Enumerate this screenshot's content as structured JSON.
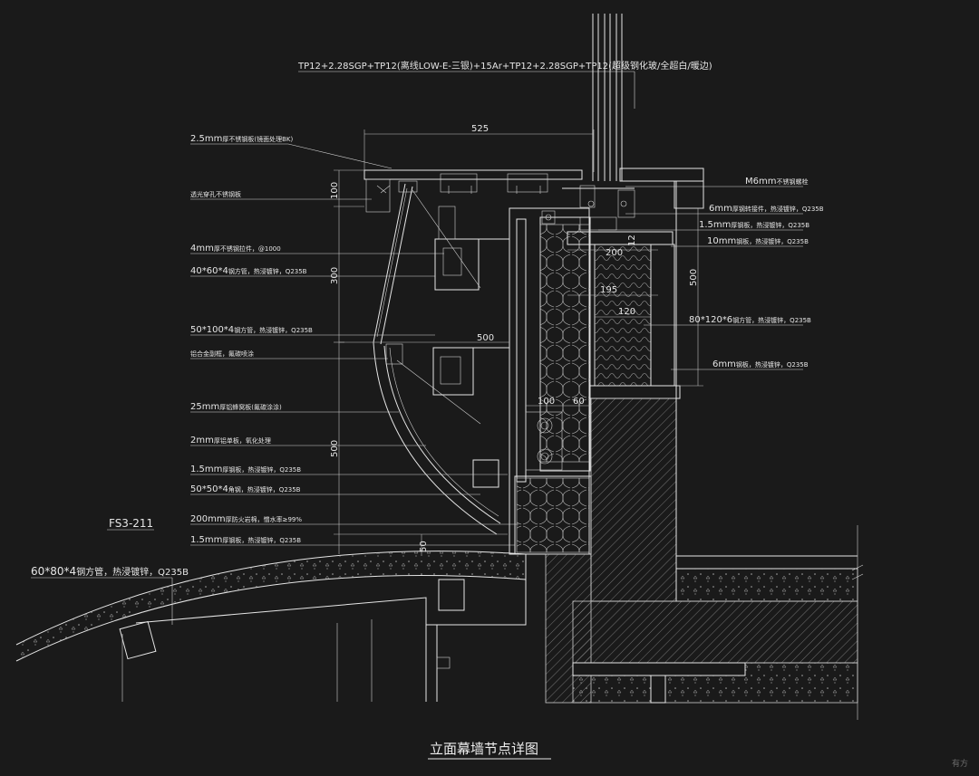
{
  "glass_spec": "TP12+2.28SGP+TP12(离线LOW-E-三银)+15Ar+TP12+2.28SGP+TP12(超级钢化玻/全超白/暖边)",
  "left_labels": [
    {
      "main": "2.5mm",
      "sub": "厚不锈钢板(镜面处理BK)"
    },
    {
      "main": "",
      "sub": "透光穿孔不锈钢板"
    },
    {
      "main": "4mm",
      "sub": "厚不锈钢拉件，@1000"
    },
    {
      "main": "40*60*4",
      "sub": "钢方管，热浸镀锌，Q235B"
    },
    {
      "main": "50*100*4",
      "sub": "钢方管，热浸镀锌，Q235B"
    },
    {
      "main": "",
      "sub": "铝合金副框，氟碳喷涂"
    },
    {
      "main": "25mm",
      "sub": "厚铝蜂窝板(氟碳涂涂)"
    },
    {
      "main": "2mm",
      "sub": "厚铝单板，氧化处理"
    },
    {
      "main": "1.5mm",
      "sub": "厚钢板，热浸镀锌，Q235B"
    },
    {
      "main": "50*50*4",
      "sub": "角钢，热浸镀锌，Q235B"
    },
    {
      "main": "200mm",
      "sub": "厚防火岩棉，憎水率≥99%"
    },
    {
      "main": "1.5mm",
      "sub": "厚钢板，热浸镀锌，Q235B"
    }
  ],
  "right_labels": [
    {
      "main": "M6mm",
      "sub": "不锈钢螺栓"
    },
    {
      "main": "6mm",
      "sub": "厚钢转接件，热浸镀锌，Q235B"
    },
    {
      "main": "1.5mm",
      "sub": "厚钢板，热浸镀锌，Q235B"
    },
    {
      "main": "10mm",
      "sub": "钢板，热浸镀锌，Q235B"
    },
    {
      "main": "80*120*6",
      "sub": "钢方管，热浸镀锌，Q235B"
    },
    {
      "main": "6mm",
      "sub": "钢板，热浸镀锌，Q235B"
    }
  ],
  "bottom_left_label": {
    "main": "60*80*4",
    "sub": "钢方管，热浸镀锌，Q235B"
  },
  "section_ref": "FS3-211",
  "dimensions": {
    "d525": "525",
    "d100": "100",
    "d300": "300",
    "d500a": "500",
    "d500b": "500",
    "d200": "200",
    "d195": "195",
    "d120": "120",
    "d500c": "500",
    "d100b": "100",
    "d60": "60",
    "d50": "50",
    "d12": "12"
  },
  "title": "立面幕墙节点详图",
  "watermark": "有方"
}
